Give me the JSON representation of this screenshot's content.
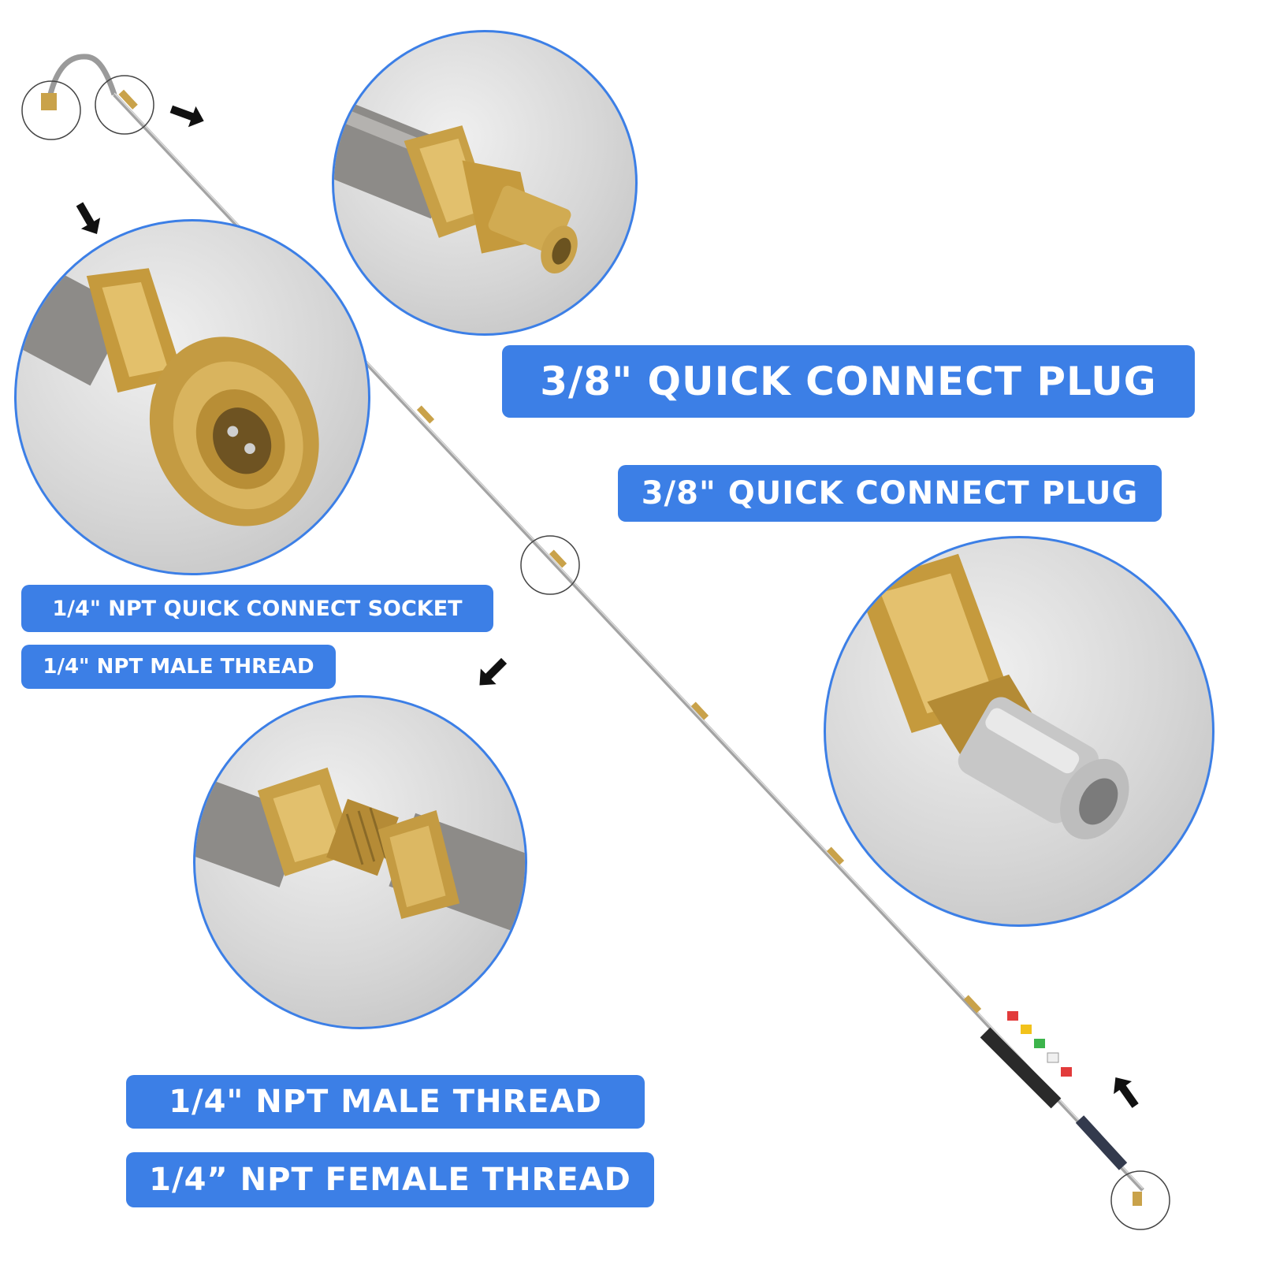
{
  "labels": {
    "plug_large": "3/8\" QUICK CONNECT PLUG",
    "plug_small": "3/8\" QUICK CONNECT PLUG",
    "socket": "1/4\" NPT QUICK CONNECT SOCKET",
    "male_small": "1/4\" NPT MALE THREAD",
    "male_large": "1/4\" NPT MALE THREAD",
    "female_large": "1/4”  NPT FEMALE THREAD"
  },
  "colors": {
    "label_bg": "#3c7fe6",
    "label_text": "#ffffff",
    "brass": "#c9a24a",
    "steel": "#a9a9a9"
  },
  "icons": [
    "arrow-icon",
    "nozzle-tips-icon"
  ]
}
